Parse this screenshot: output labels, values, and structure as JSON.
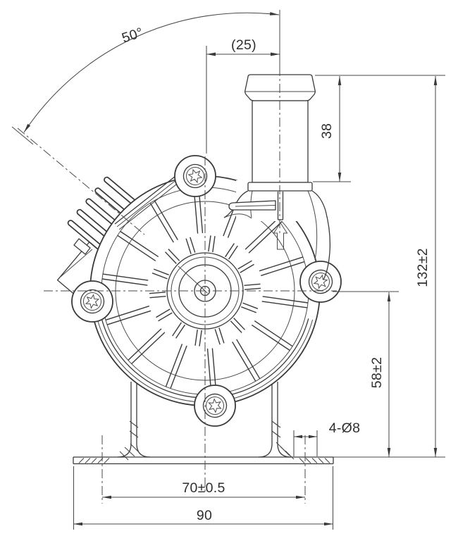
{
  "drawing": {
    "type": "engineering_drawing",
    "subject": "electric water pump front view",
    "dimensions": {
      "connector_angle": "50°",
      "outlet_offset_ref": "(25)",
      "outlet_barb_length": "38",
      "overall_height": "132±2",
      "axis_to_base": "58±2",
      "mounting_holes": "4-Ø8",
      "hole_pitch": "70±0.5",
      "base_width": "90"
    },
    "colors": {
      "line": "#3a3a3a",
      "dimension": "#4a4a4a",
      "background": "#ffffff"
    }
  }
}
